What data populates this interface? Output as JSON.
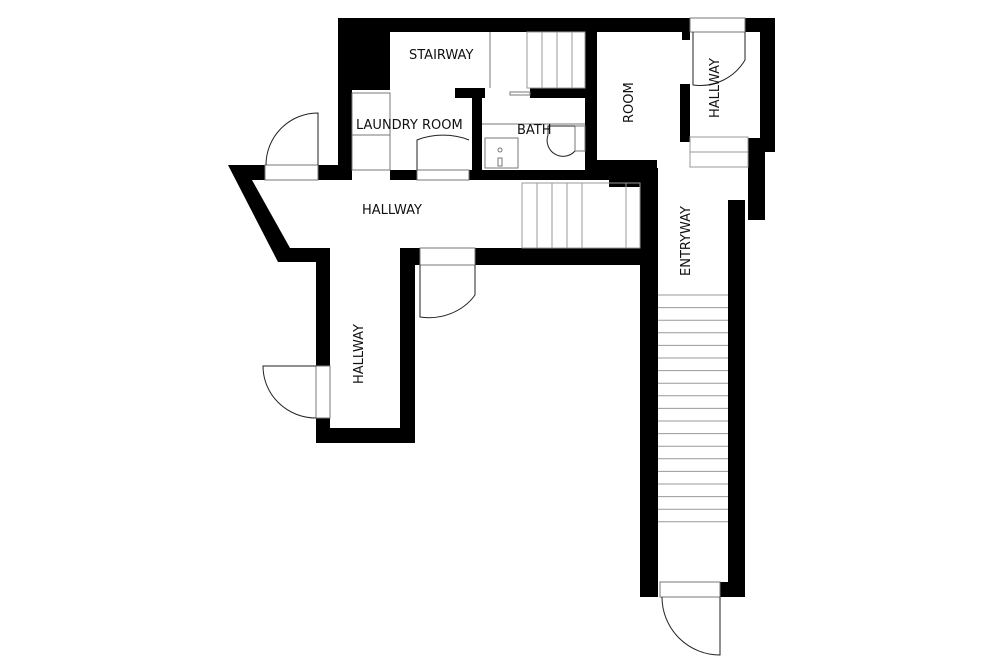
{
  "floorplan": {
    "rooms": [
      {
        "id": "stairway",
        "label": "STAIRWAY"
      },
      {
        "id": "laundry",
        "label": "LAUNDRY ROOM"
      },
      {
        "id": "bath",
        "label": "BATH"
      },
      {
        "id": "room",
        "label": "ROOM"
      },
      {
        "id": "hallway_ne",
        "label": "HALLWAY"
      },
      {
        "id": "hallway_main",
        "label": "HALLWAY"
      },
      {
        "id": "hallway_south",
        "label": "HALLWAY"
      },
      {
        "id": "entryway",
        "label": "ENTRYWAY"
      }
    ]
  }
}
